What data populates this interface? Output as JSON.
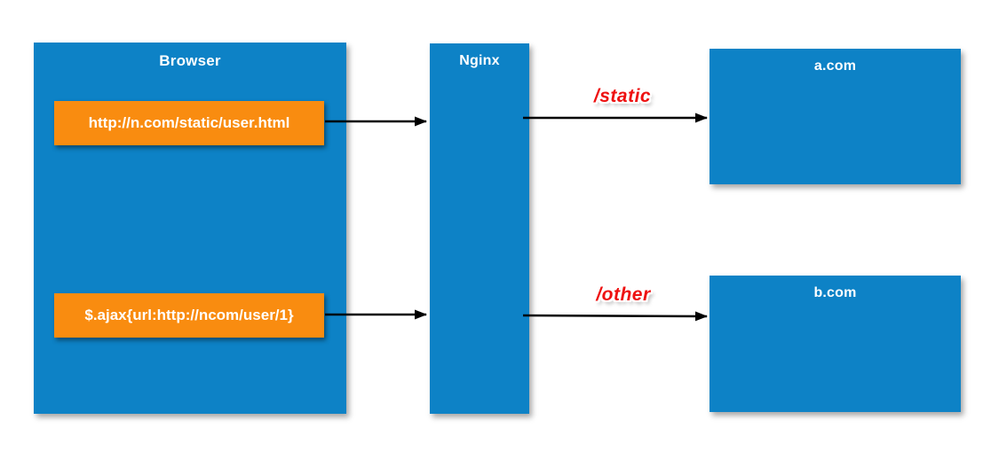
{
  "colors": {
    "node-blue": "#0D82C6",
    "chip-orange": "#F98C10",
    "route-red": "#EE1111",
    "arrow-black": "#000000",
    "text-white": "#FFFFFF"
  },
  "nodes": {
    "browser": {
      "title": "Browser"
    },
    "nginx": {
      "title": "Nginx"
    },
    "server_a": {
      "title": "a.com"
    },
    "server_b": {
      "title": "b.com"
    }
  },
  "requests": [
    {
      "label": "http://n.com/static/user.html"
    },
    {
      "label": "$.ajax{url:http://ncom/user/1}"
    }
  ],
  "routes": [
    {
      "label": "/static"
    },
    {
      "label": "/other"
    }
  ],
  "edges": [
    {
      "from": "request-static",
      "to": "nginx",
      "label": ""
    },
    {
      "from": "nginx",
      "to": "a.com",
      "label": "/static"
    },
    {
      "from": "request-ajax",
      "to": "nginx",
      "label": ""
    },
    {
      "from": "nginx",
      "to": "b.com",
      "label": "/other"
    }
  ]
}
